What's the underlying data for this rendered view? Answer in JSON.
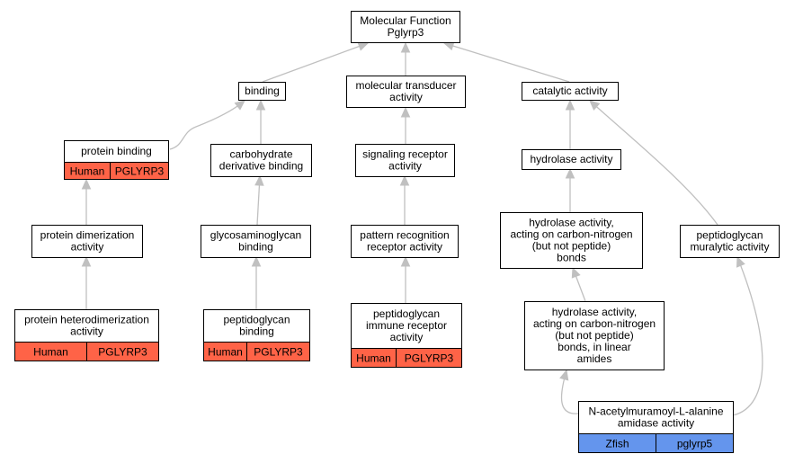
{
  "colors": {
    "human": "#ff6347",
    "zfish": "#6495ed",
    "edge": "#c0c0c0"
  },
  "nodes": {
    "root": {
      "lines": [
        "Molecular Function",
        "Pglyrp3"
      ]
    },
    "binding": {
      "lines": [
        "binding"
      ]
    },
    "transducer": {
      "lines": [
        "molecular transducer",
        "activity"
      ]
    },
    "catalytic": {
      "lines": [
        "catalytic activity"
      ]
    },
    "protein_binding": {
      "lines": [
        "protein binding"
      ],
      "species": "Human",
      "gene": "PGLYRP3"
    },
    "carb_binding": {
      "lines": [
        "carbohydrate",
        "derivative binding"
      ]
    },
    "signaling": {
      "lines": [
        "signaling receptor",
        "activity"
      ]
    },
    "hydrolase": {
      "lines": [
        "hydrolase activity"
      ]
    },
    "dimerization": {
      "lines": [
        "protein dimerization",
        "activity"
      ]
    },
    "gag_binding": {
      "lines": [
        "glycosaminoglycan",
        "binding"
      ]
    },
    "pattern": {
      "lines": [
        "pattern recognition",
        "receptor activity"
      ]
    },
    "hydro_cn": {
      "lines": [
        "hydrolase activity,",
        "acting on carbon-nitrogen",
        "(but not peptide)",
        "bonds"
      ]
    },
    "muralytic": {
      "lines": [
        "peptidoglycan",
        "muralytic activity"
      ]
    },
    "heterodim": {
      "lines": [
        "protein heterodimerization",
        "activity"
      ],
      "species": "Human",
      "gene": "PGLYRP3"
    },
    "pgn_binding": {
      "lines": [
        "peptidoglycan",
        "binding"
      ],
      "species": "Human",
      "gene": "PGLYRP3"
    },
    "pgn_immune": {
      "lines": [
        "peptidoglycan",
        "immune receptor",
        "activity"
      ],
      "species": "Human",
      "gene": "PGLYRP3"
    },
    "hydro_cn_linear": {
      "lines": [
        "hydrolase activity,",
        "acting on carbon-nitrogen",
        "(but not peptide)",
        "bonds, in linear",
        "amides"
      ]
    },
    "amidase": {
      "lines": [
        "N-acetylmuramoyl-L-alanine",
        "amidase activity"
      ],
      "species": "Zfish",
      "gene": "pglyrp5"
    }
  },
  "edges": [
    [
      "binding",
      "root"
    ],
    [
      "transducer",
      "root"
    ],
    [
      "catalytic",
      "root"
    ],
    [
      "protein_binding",
      "binding"
    ],
    [
      "carb_binding",
      "binding"
    ],
    [
      "signaling",
      "transducer"
    ],
    [
      "hydrolase",
      "catalytic"
    ],
    [
      "muralytic",
      "catalytic"
    ],
    [
      "dimerization",
      "protein_binding"
    ],
    [
      "gag_binding",
      "carb_binding"
    ],
    [
      "pattern",
      "signaling"
    ],
    [
      "hydro_cn",
      "hydrolase"
    ],
    [
      "heterodim",
      "dimerization"
    ],
    [
      "pgn_binding",
      "gag_binding"
    ],
    [
      "pgn_immune",
      "pattern"
    ],
    [
      "hydro_cn_linear",
      "hydro_cn"
    ],
    [
      "amidase",
      "hydro_cn_linear"
    ],
    [
      "amidase",
      "muralytic"
    ]
  ]
}
